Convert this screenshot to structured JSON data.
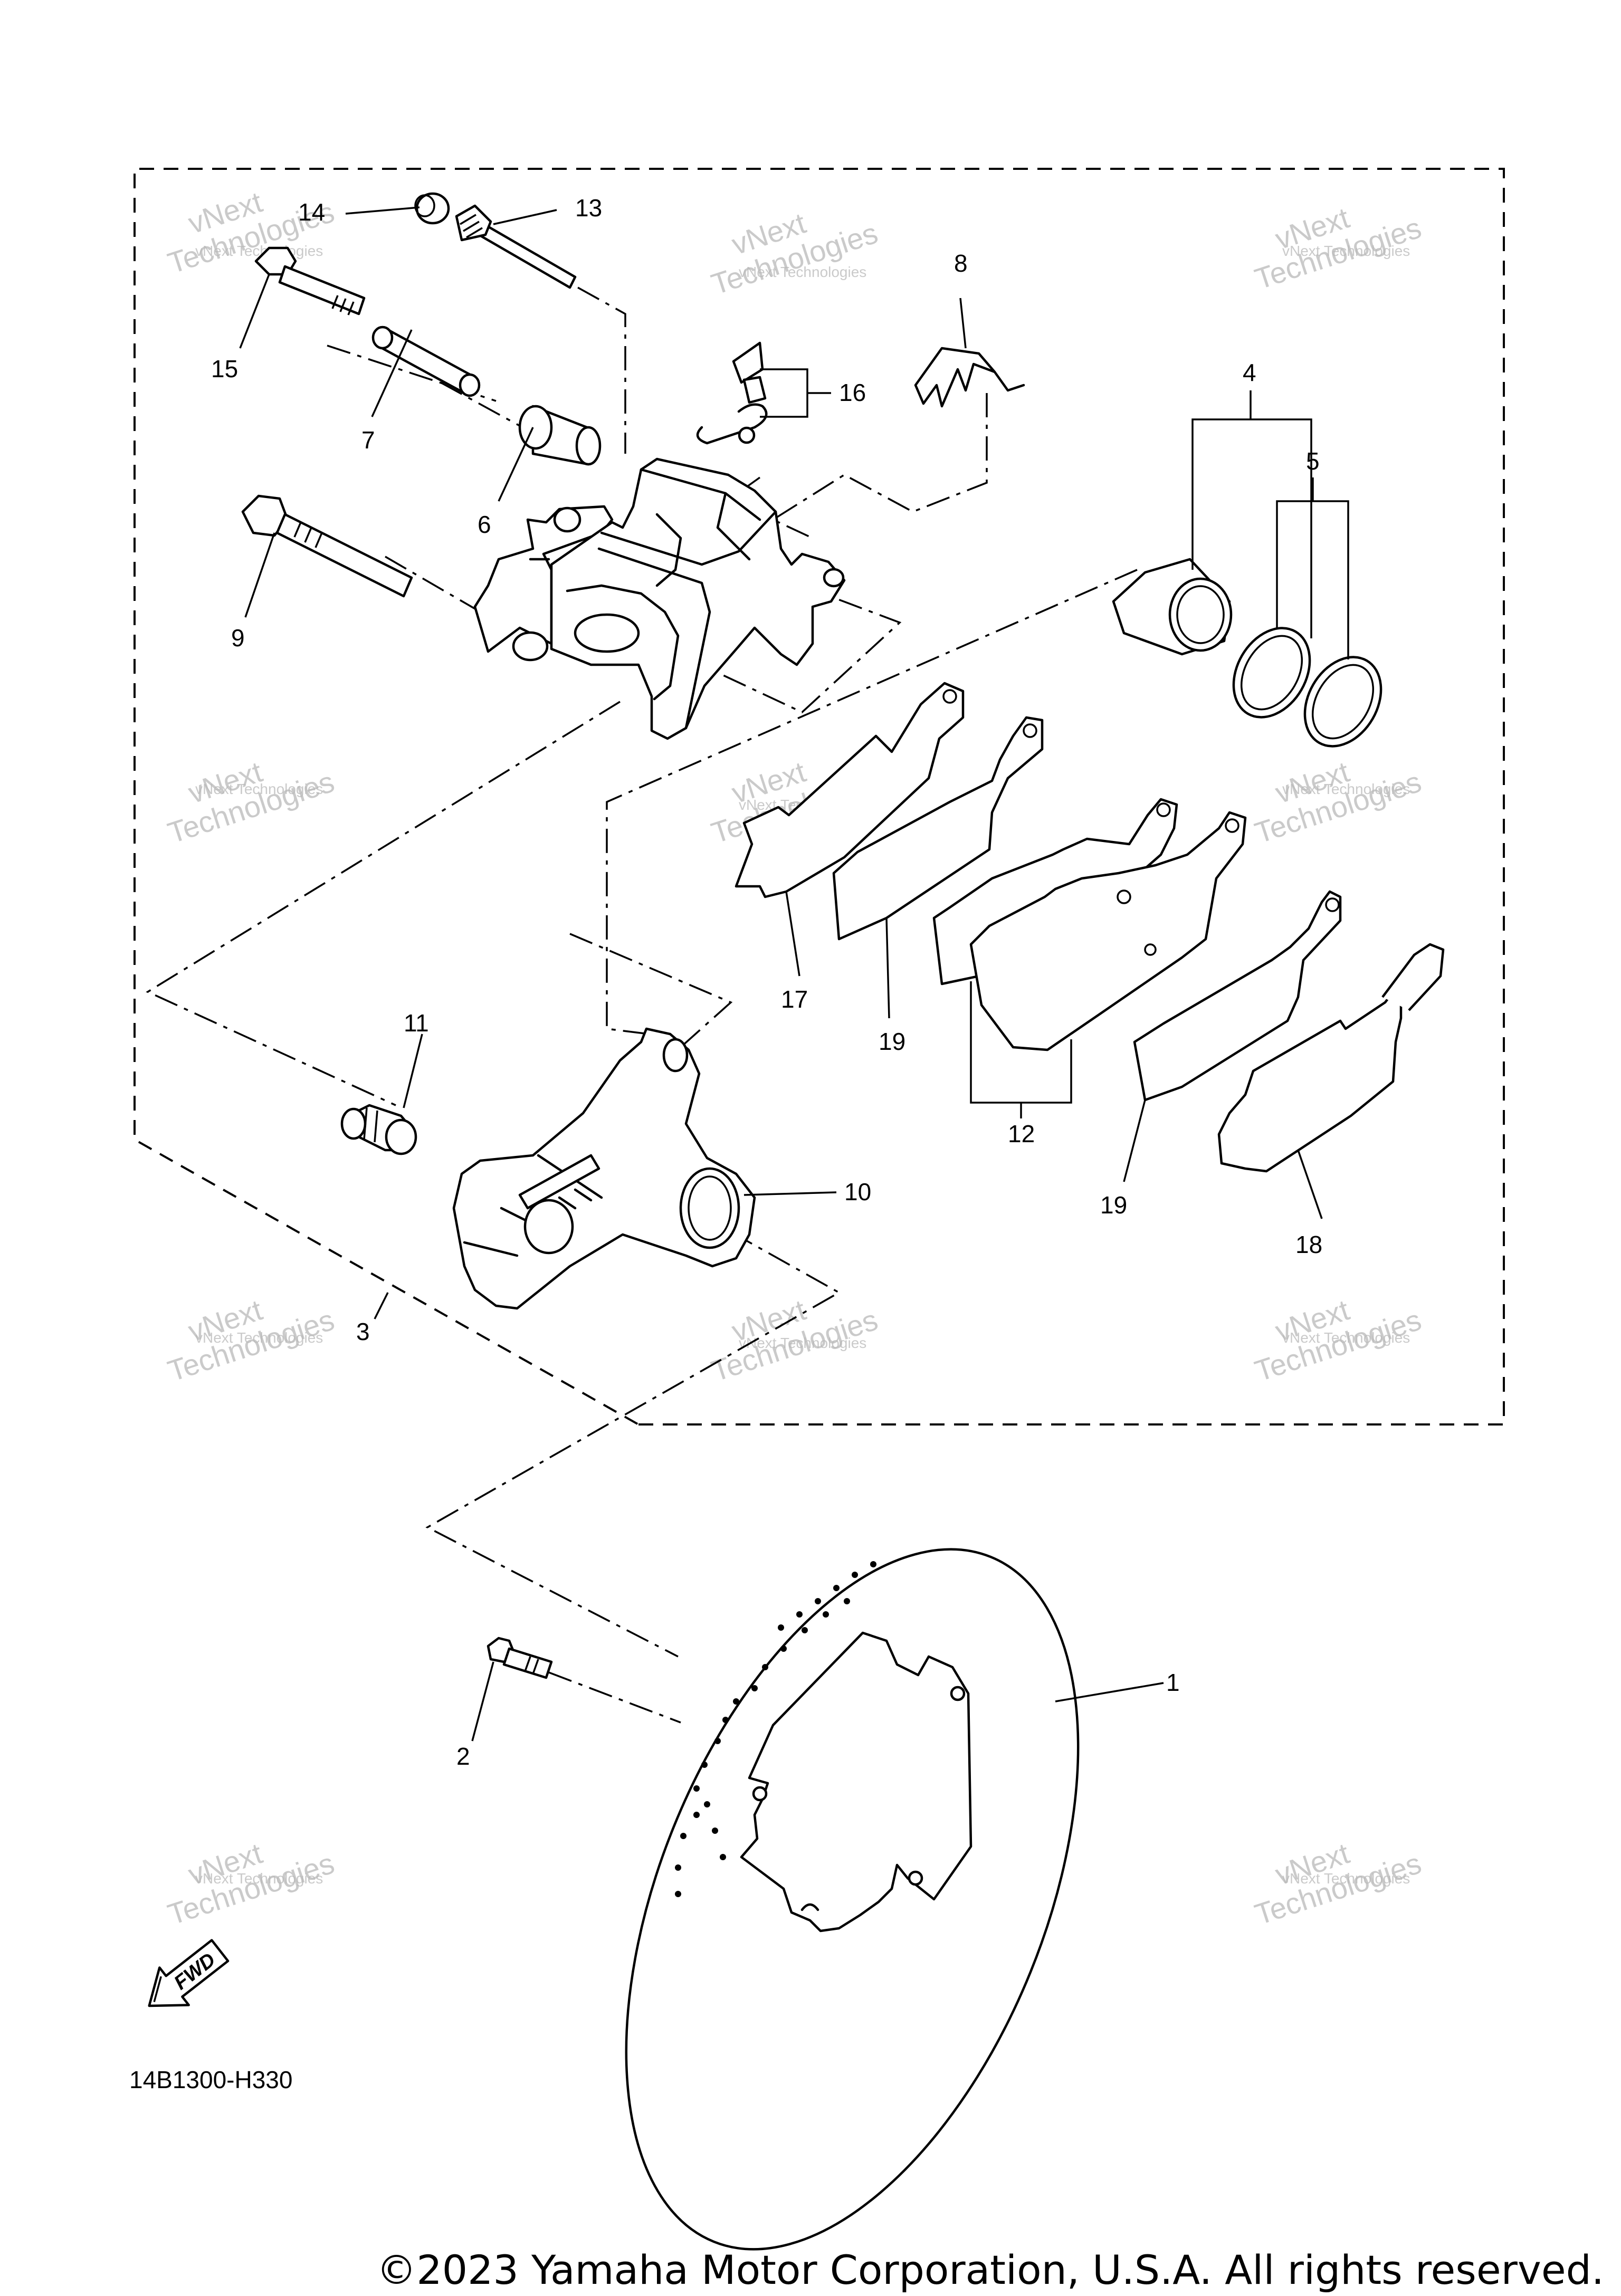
{
  "callouts": [
    "1",
    "2",
    "3",
    "4",
    "5",
    "6",
    "7",
    "8",
    "9",
    "10",
    "11",
    "12",
    "13",
    "14",
    "15",
    "16",
    "17",
    "18",
    "19",
    "19"
  ],
  "diagram_code": "14B1300-H330",
  "fwd_label": "FWD",
  "watermark": {
    "line1": "vNext Technologies",
    "line2": "vNext",
    "line3": "Technologies"
  },
  "copyright": "©2023 Yamaha Motor Corporation, U.S.A. All rights reserved."
}
